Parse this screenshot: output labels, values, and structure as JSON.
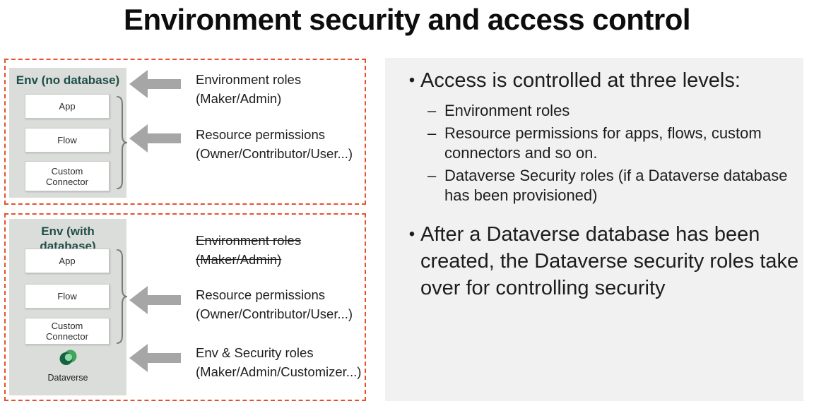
{
  "title": "Environment security and access control",
  "left": {
    "box1": {
      "header": "Env (no database)",
      "items": [
        "App",
        "Flow",
        "Custom Connector"
      ],
      "annotations": [
        {
          "line1": "Environment roles",
          "line2": "(Maker/Admin)",
          "arrow": true,
          "struck": false
        },
        {
          "line1": "Resource permissions",
          "line2": "(Owner/Contributor/User...)",
          "arrow": true,
          "struck": false
        }
      ]
    },
    "box2": {
      "header": "Env (with database)",
      "items": [
        "App",
        "Flow",
        "Custom Connector"
      ],
      "dataverse_label": "Dataverse",
      "annotations": [
        {
          "line1": "Environment roles",
          "line2": "(Maker/Admin)",
          "arrow": false,
          "struck": true
        },
        {
          "line1": "Resource permissions",
          "line2": "(Owner/Contributor/User...)",
          "arrow": true,
          "struck": false
        },
        {
          "line1": "Env & Security roles",
          "line2": "(Maker/Admin/Customizer...)",
          "arrow": true,
          "struck": false
        }
      ]
    }
  },
  "right": {
    "marker_bullet": "•",
    "marker_dash": "–",
    "bullets": [
      {
        "text": "Access is controlled at three levels:",
        "sub": [
          "Environment roles",
          "Resource permissions for apps, flows, custom connectors and so on.",
          "Dataverse Security roles (if a Dataverse database has been provisioned)"
        ]
      },
      {
        "text": "After a Dataverse database has been created, the Dataverse security roles take over for controlling security",
        "sub": []
      }
    ]
  },
  "colors": {
    "dashed_border": "#e8502b",
    "panel_gray": "#dbddda",
    "header_teal": "#1f4e48",
    "arrow_gray": "#a6a6a6",
    "brace_gray": "#7a7a7a",
    "right_panel_bg": "#f1f1f1",
    "dataverse_dark": "#156341",
    "dataverse_mid": "#3fa45e",
    "dataverse_light": "#8fd9a5"
  }
}
